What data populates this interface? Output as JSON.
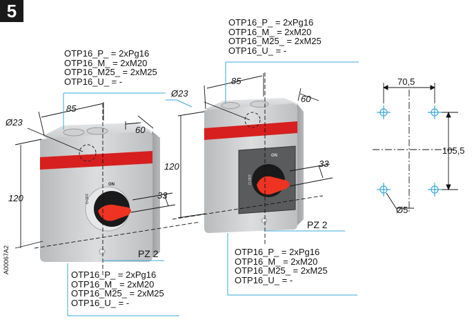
{
  "figure_number": "5",
  "drawing_code": "A00067A2",
  "specs": {
    "left_top": [
      "OTP16_P_ = 2xPg16",
      "OTP16_M_ = 2xM20",
      "OTP16_M25_ = 2xM25",
      "OTP16_U_ = -"
    ],
    "right_top": [
      "OTP16_P_ = 2xPg16",
      "OTP16_M_ = 2xM20",
      "OTP16_M25_ = 2xM25",
      "OTP16_U_ = -"
    ],
    "left_bottom": [
      "OTP16_P_ = 2xPg16",
      "OTP16_M_ = 2xM20",
      "OTP16_M25_ = 2xM25",
      "OTP16_U_ = -"
    ],
    "right_bottom": [
      "OTP16_P_ = 2xPg16",
      "OTP16_M_ = 2xM20",
      "OTP16_M25_ = 2xM25",
      "OTP16_U_ = -"
    ]
  },
  "dimensions": {
    "left_hole": "Ø23",
    "left_width": "85",
    "left_depth": "60",
    "left_height": "120",
    "left_handle": "33",
    "right_hole": "Ø23",
    "right_width": "85",
    "right_depth": "60",
    "right_height": "120",
    "right_handle": "33",
    "mount_horizontal": "70,5",
    "mount_vertical": "105,5",
    "mount_hole": "Ø5"
  },
  "labels": {
    "pz_left": "PZ 2",
    "pz_right": "PZ 2",
    "on_left": "ON",
    "off_left": "O OFF",
    "on_right": "ON",
    "off_right": "O OFF"
  },
  "colors": {
    "box_body": "#c9cacc",
    "box_dark": "#a9aaac",
    "red_band": "#d71f1f",
    "leader_line": "#3aa9d8",
    "handle_red": "#ee3322",
    "knob_black": "#151515"
  }
}
